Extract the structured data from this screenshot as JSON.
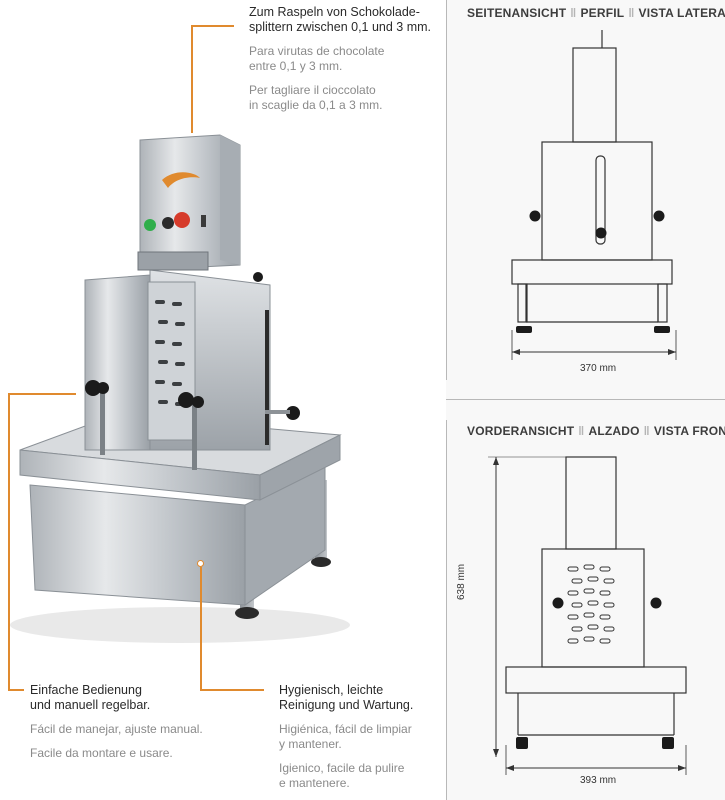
{
  "callouts": {
    "top": {
      "de": [
        "Zum Raspeln von Schokolade-",
        "splittern zwischen 0,1 und 3 mm."
      ],
      "es": [
        "Para virutas de chocolate",
        "entre 0,1 y 3 mm."
      ],
      "it": [
        "Per tagliare il cioccolato",
        "in scaglie da 0,1 a 3 mm."
      ]
    },
    "left": {
      "de": [
        "Einfache Bedienung",
        "und manuell regelbar."
      ],
      "es": [
        "Fácil de manejar, ajuste manual."
      ],
      "it": [
        "Facile da montare e usare."
      ]
    },
    "right": {
      "de": [
        "Hygienisch, leichte",
        "Reinigung und Wartung."
      ],
      "es": [
        "Higiénica, fácil de limpiar",
        "y mantener."
      ],
      "it": [
        "Igienico, facile da pulire",
        "e mantenere."
      ]
    }
  },
  "views": {
    "side": {
      "title": [
        "SEITENANSICHT",
        "PERFIL",
        "VISTA LATERALE"
      ],
      "width_label": "370 mm"
    },
    "front": {
      "title": [
        "VORDERANSICHT",
        "ALZADO",
        "VISTA FRONTALE"
      ],
      "width_label": "393 mm",
      "height_label": "638 mm"
    }
  },
  "colors": {
    "accent": "#e08a2e",
    "steel": "#c9cdd1",
    "dark_steel": "#8d9297",
    "knob": "#1b1b1b"
  },
  "icons": {
    "separator": "bar-separator"
  }
}
